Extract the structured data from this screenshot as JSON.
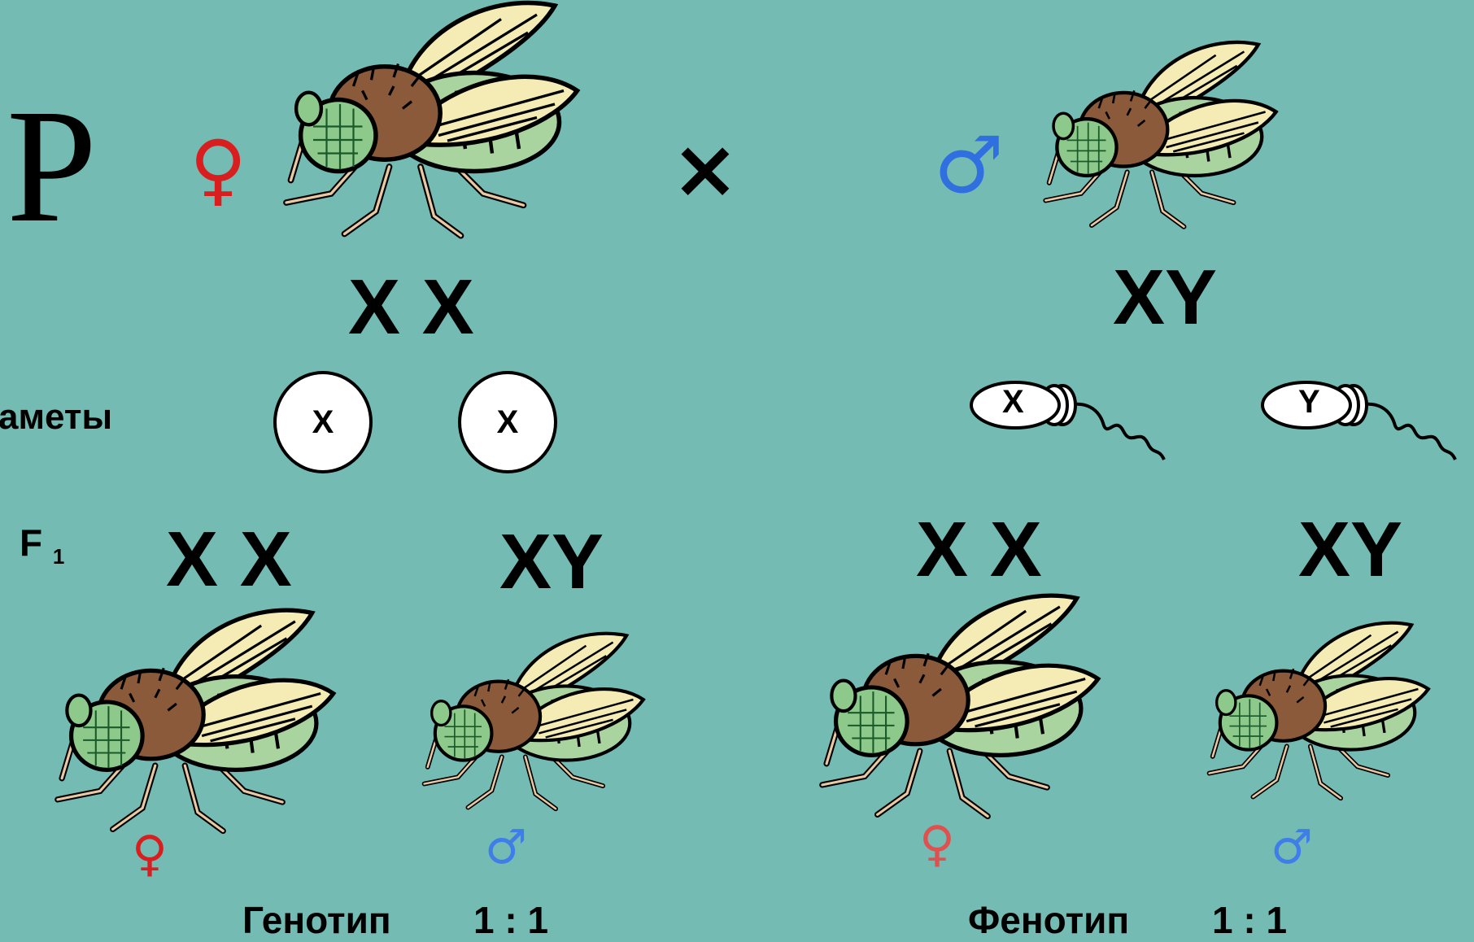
{
  "colors": {
    "background": "#74bbb3",
    "female": "#d81e1e",
    "male": "#2f6fe0",
    "female_light": "#e0504e",
    "male_light": "#3f7ee8"
  },
  "parents": {
    "label": "P",
    "female_symbol": "♀",
    "cross_symbol": "×",
    "male_symbol": "♂",
    "female_genotype": "X X",
    "male_genotype": "XY"
  },
  "gametes": {
    "label": "аметы",
    "egg1": "X",
    "egg2": "X",
    "sperm1": "X",
    "sperm2": "Y"
  },
  "f1": {
    "label": "F",
    "label_sub": "1",
    "left_genotype_1": "X X",
    "left_genotype_2": "XY",
    "right_genotype_1": "X X",
    "right_genotype_2": "XY",
    "symbol_female_1": "♀",
    "symbol_male_1": "♂",
    "symbol_female_2": "♀",
    "symbol_male_2": "♂"
  },
  "ratios": {
    "genotype_label": "Генотип",
    "genotype_ratio": "1 : 1",
    "phenotype_label": "Фенотип",
    "phenotype_ratio": "1 : 1"
  },
  "icons": {
    "fly": "fruit-fly-icon",
    "egg": "egg-cell-icon",
    "sperm": "sperm-cell-icon"
  }
}
